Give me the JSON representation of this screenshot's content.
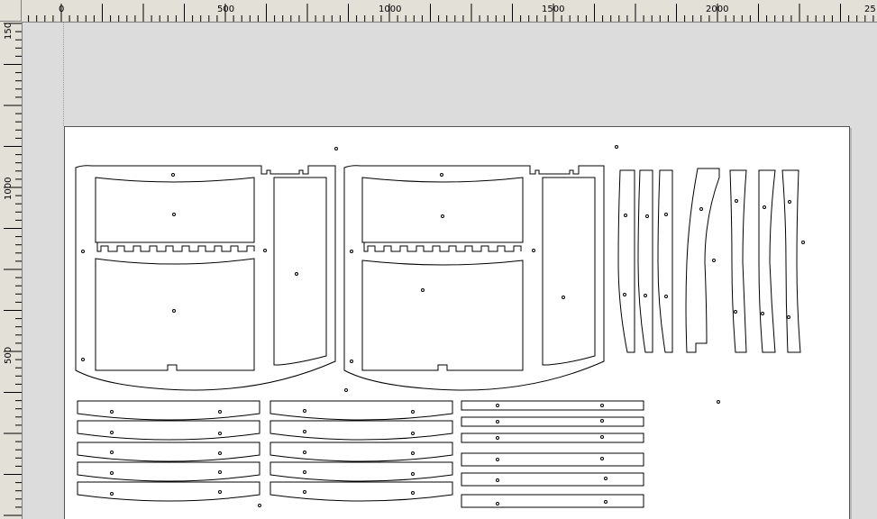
{
  "rulers": {
    "horizontal_labels": [
      "0",
      "500",
      "1000",
      "1500",
      "2000",
      "25"
    ],
    "vertical_labels": [
      "150",
      "1000",
      "500"
    ]
  },
  "colors": {
    "background": "#dcdcdc",
    "sheet": "#ffffff",
    "ruler": "#e3e0d8",
    "outline": "#000000"
  }
}
